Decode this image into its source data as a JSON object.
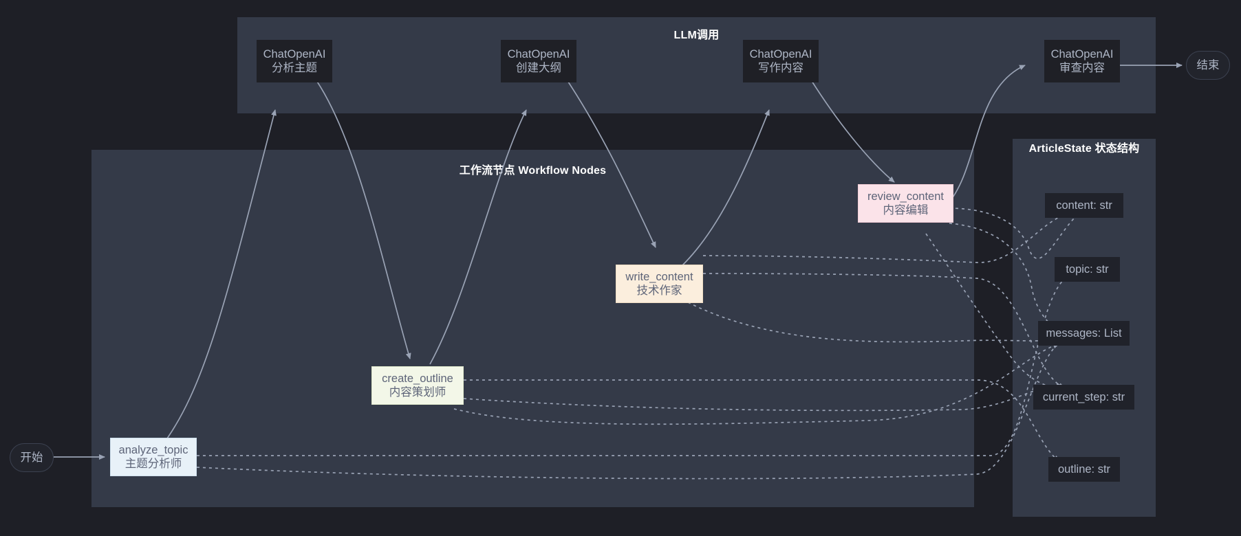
{
  "diagram": {
    "title_llm": "LLM调用",
    "title_workflow": "工作流节点 Workflow Nodes",
    "title_state": "ArticleState 状态结构",
    "colors": {
      "page_bg": "#1e1f26",
      "subgraph_bg": "#343a48",
      "llm_node_bg": "#1f2026",
      "state_node_bg": "#20222a",
      "node_text": "#aeb6c6",
      "wf_text": "#5d6478",
      "edge": "#9aa3b5",
      "blue_node": "#e8f1f8",
      "green_node": "#f3f7e8",
      "cream_node": "#fbeedd",
      "pink_node": "#fbe3e9"
    }
  },
  "terminals": {
    "start": "开始",
    "end": "结束"
  },
  "llm_nodes": [
    {
      "id": "llm-analyze",
      "line1": "ChatOpenAI",
      "line2": "分析主题"
    },
    {
      "id": "llm-outline",
      "line1": "ChatOpenAI",
      "line2": "创建大纲"
    },
    {
      "id": "llm-write",
      "line1": "ChatOpenAI",
      "line2": "写作内容"
    },
    {
      "id": "llm-review",
      "line1": "ChatOpenAI",
      "line2": "审查内容"
    }
  ],
  "workflow_nodes": [
    {
      "id": "analyze_topic",
      "line1": "analyze_topic",
      "line2": "主题分析师",
      "color": "blue"
    },
    {
      "id": "create_outline",
      "line1": "create_outline",
      "line2": "内容策划师",
      "color": "green"
    },
    {
      "id": "write_content",
      "line1": "write_content",
      "line2": "技术作家",
      "color": "cream"
    },
    {
      "id": "review_content",
      "line1": "review_content",
      "line2": "内容编辑",
      "color": "pink"
    }
  ],
  "state_fields": [
    {
      "id": "content",
      "label": "content: str"
    },
    {
      "id": "topic",
      "label": "topic: str"
    },
    {
      "id": "messages",
      "label": "messages: List"
    },
    {
      "id": "current_step",
      "label": "current_step: str"
    },
    {
      "id": "outline",
      "label": "outline: str"
    }
  ]
}
